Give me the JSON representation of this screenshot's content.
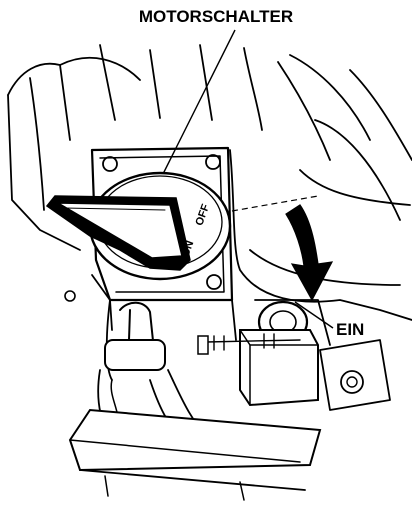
{
  "labels": {
    "switch": "MOTORSCHALTER",
    "on_callout": "EIN",
    "dial_off": "OFF",
    "dial_on": "ON"
  },
  "colors": {
    "ink": "#000000",
    "paper": "#ffffff"
  }
}
